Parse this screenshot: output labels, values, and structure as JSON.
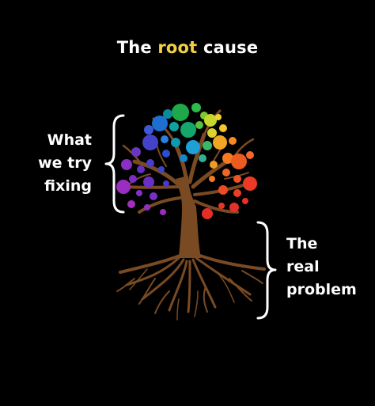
{
  "title": {
    "prefix": "The ",
    "highlight": "root",
    "suffix": " cause"
  },
  "left_label": {
    "lines": [
      "What",
      "we try",
      "fixing"
    ]
  },
  "right_label": {
    "lines": [
      "The",
      "real",
      "problem"
    ]
  },
  "colors": {
    "background": "#000000",
    "text": "#ffffff",
    "highlight": "#f4d03f",
    "trunk": "#7a4a22",
    "brace": "#ffffff"
  },
  "icons": {
    "tree": "tree-icon",
    "brace_left": "curly-brace-icon",
    "brace_right": "curly-brace-icon"
  }
}
